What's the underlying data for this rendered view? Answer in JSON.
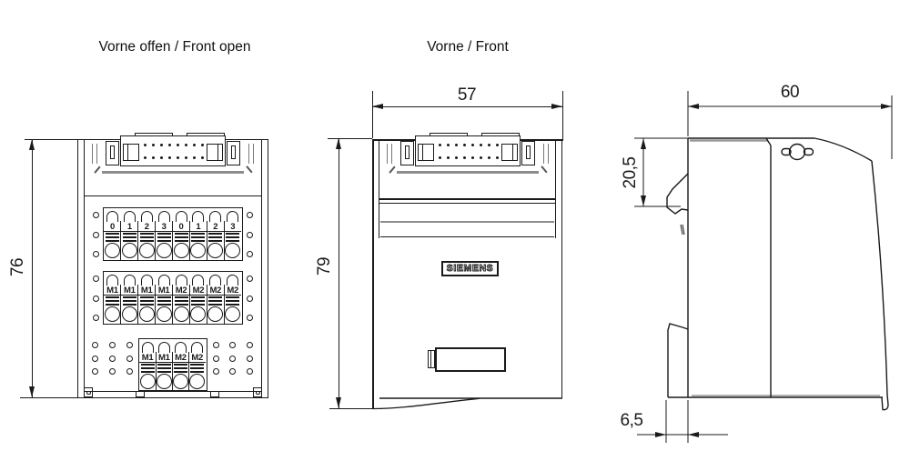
{
  "titles": {
    "front_open": "Vorne offen / Front open",
    "front": "Vorne / Front"
  },
  "dimensions": {
    "front_open_height": "76",
    "front_width": "57",
    "front_height": "79",
    "side_depth": "60",
    "side_top_section": "20,5",
    "side_rail_lug": "6,5"
  },
  "logo": "SIEMENS",
  "terminal_blocks": {
    "block1_labels": [
      "0",
      "1",
      "2",
      "3",
      "0",
      "1",
      "2",
      "3"
    ],
    "block2_labels": [
      "M1",
      "M1",
      "M1",
      "M1",
      "M2",
      "M2",
      "M2",
      "M2"
    ],
    "block3_labels": [
      "M1",
      "M1",
      "M2",
      "M2"
    ]
  }
}
